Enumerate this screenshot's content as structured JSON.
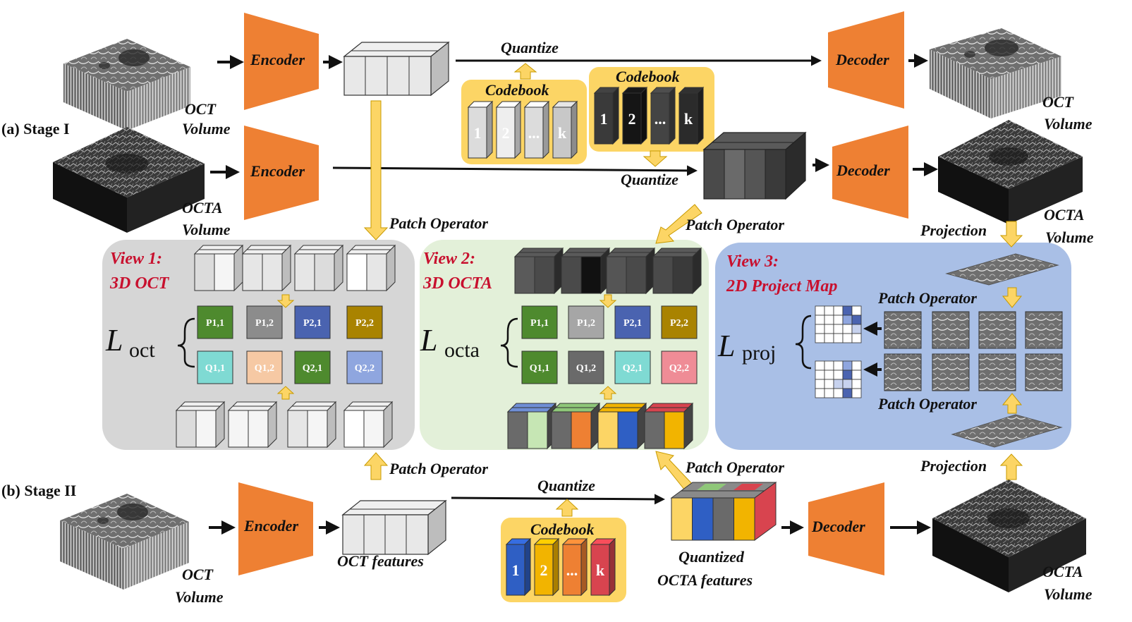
{
  "colors": {
    "encoder": "#ee8033",
    "decoder": "#ee8033",
    "codebook_bg": "#fcd565",
    "arrow_yellow": "#fcd565",
    "view1_bg": "#d6d6d6",
    "view2_bg": "#e3f0d9",
    "view3_bg": "#a9bfe6",
    "view_title": "#c8102e"
  },
  "labels": {
    "stage1": "(a) Stage I",
    "stage2": "(b) Stage II",
    "encoder": "Encoder",
    "decoder": "Decoder",
    "quantize": "Quantize",
    "codebook": "Codebook",
    "patch_operator": "Patch Operator",
    "projection": "Projection",
    "oct": "OCT",
    "octa": "OCTA",
    "volume": "Volume",
    "oct_features": "OCT features",
    "quantized": "Quantized",
    "octa_features": "OCTA features"
  },
  "codebook_keys": [
    "1",
    "2",
    "...",
    "k"
  ],
  "views": {
    "v1": {
      "line1": "View 1:",
      "line2": "3D OCT",
      "loss": "L",
      "loss_sub": "oct"
    },
    "v2": {
      "line1": "View 2:",
      "line2": "3D OCTA",
      "loss": "L",
      "loss_sub": "octa"
    },
    "v3": {
      "line1": "View 3:",
      "line2": "2D Project Map",
      "loss": "L",
      "loss_sub": "proj"
    }
  },
  "patch_labels": {
    "p": [
      "P1,1",
      "P1,2",
      "P2,1",
      "P2,2"
    ],
    "q": [
      "Q1,1",
      "Q1,2",
      "Q2,1",
      "Q2,2"
    ]
  },
  "patch_colors": {
    "v1_p": [
      "#4e8a2e",
      "#8c8c8c",
      "#4a63b0",
      "#a98300"
    ],
    "v1_q": [
      "#7fdad3",
      "#f6c9a4",
      "#4e8a2e",
      "#8fa6df"
    ],
    "v2_p": [
      "#4e8a2e",
      "#a6a6a6",
      "#4a63b0",
      "#a98300"
    ],
    "v2_q": [
      "#4e8a2e",
      "#6a6a6a",
      "#7fdad3",
      "#ef8c96"
    ]
  },
  "codebook_colors": {
    "oct": [
      "#dcdcdc",
      "#eeeeee",
      "#dcdcdc",
      "#c8c8c8"
    ],
    "octa": [
      "#3a3a3a",
      "#151515",
      "#444444",
      "#2b2b2b"
    ],
    "stage2": [
      "#2f5fc4",
      "#f2b400",
      "#ee8033",
      "#d8444f"
    ]
  }
}
